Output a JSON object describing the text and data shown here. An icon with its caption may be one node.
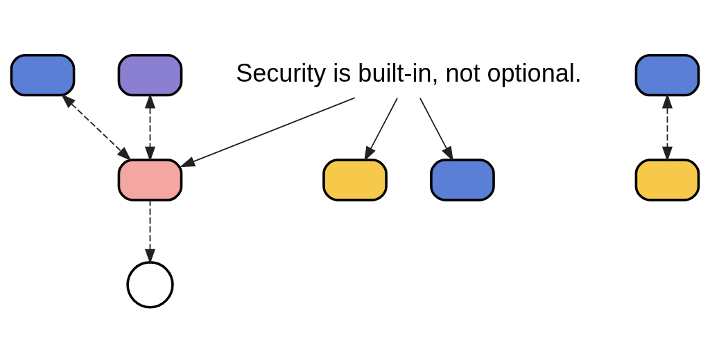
{
  "diagram": {
    "nodes": [
      {
        "text": [],
        "shape": "box"
      },
      {
        "text": [],
        "shape": "box"
      },
      {
        "text": [],
        "shape": "box"
      },
      {
        "text": [],
        "shape": "box"
      },
      {
        "text": [],
        "shape": "circle"
      },
      {
        "text": [],
        "shape": "box"
      },
      {
        "text": [
          "Security is built-in, not optional."
        ]
      },
      {
        "text": [],
        "shape": "box"
      },
      {
        "text": [],
        "shape": "box"
      }
    ],
    "edges": [
      {
        "from": 6,
        "to": 0,
        "arrow": "to"
      },
      {
        "from": 5,
        "to": 0,
        "arrow": "both",
        "style": "dashed"
      },
      {
        "from": 3,
        "to": 0,
        "arrow": "both",
        "style": "dashed"
      },
      {
        "from": 1,
        "to": 2,
        "arrow": "both",
        "style": "dashed"
      },
      {
        "from": 0,
        "to": 4,
        "arrow": "to",
        "style": "dashed"
      },
      {
        "from": 6,
        "to": 7,
        "arrow": "to"
      },
      {
        "from": 6,
        "to": 8,
        "arrow": "to"
      }
    ]
  }
}
